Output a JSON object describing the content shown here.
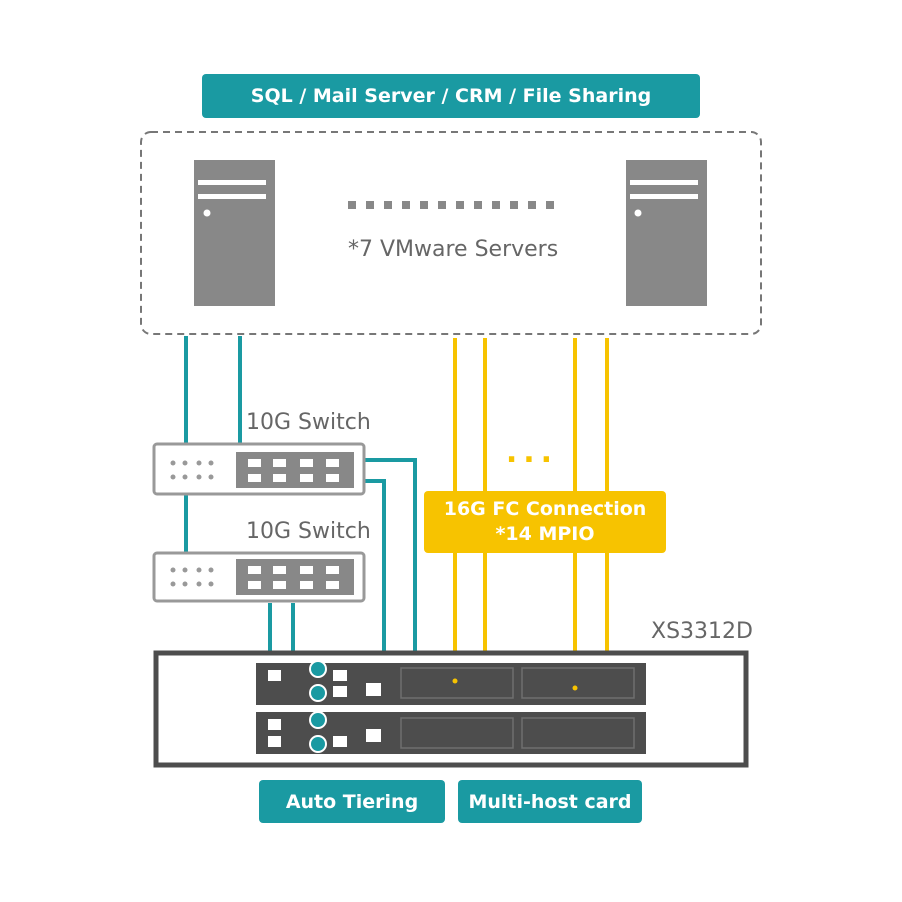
{
  "header": {
    "workloads_label": "SQL / Mail Server / CRM / File Sharing"
  },
  "servers": {
    "count_label": "*7 VMware Servers",
    "continuation": "- - - - - - - - - - - -"
  },
  "switches": [
    {
      "label": "10G Switch"
    },
    {
      "label": "10G Switch"
    }
  ],
  "fc_connection": {
    "title": "16G FC Connection",
    "subtitle": "*14 MPIO",
    "more_indicator": "..."
  },
  "storage": {
    "model": "XS3312D"
  },
  "features": [
    {
      "label": "Auto Tiering"
    },
    {
      "label": "Multi-host card"
    }
  ],
  "colors": {
    "teal": "#1a9aa2",
    "fc_yellow": "#f7c300",
    "gray": "#888888",
    "dark_gray": "#4d4d4d"
  }
}
